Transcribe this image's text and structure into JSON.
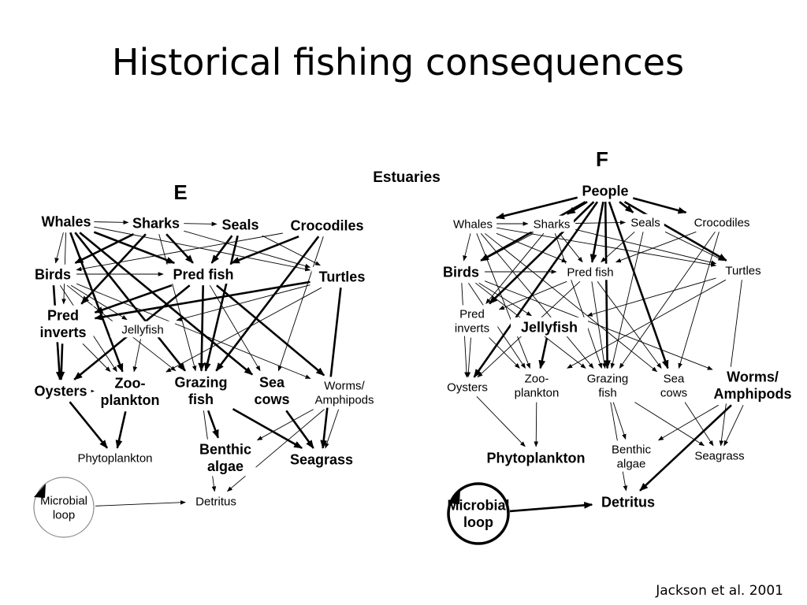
{
  "slide": {
    "title": "Historical fishing consequences",
    "citation": "Jackson et al. 2001",
    "subtitle": "Estuaries"
  },
  "panels": [
    {
      "id": "E",
      "label": "E",
      "nodes": [
        {
          "id": "whales",
          "lines": [
            "Whales"
          ],
          "weight": "bold",
          "size": "medium"
        },
        {
          "id": "sharks",
          "lines": [
            "Sharks"
          ],
          "weight": "bold",
          "size": "medium"
        },
        {
          "id": "seals",
          "lines": [
            "Seals"
          ],
          "weight": "bold",
          "size": "medium"
        },
        {
          "id": "crocodiles",
          "lines": [
            "Crocodiles"
          ],
          "weight": "bold",
          "size": "medium"
        },
        {
          "id": "birds",
          "lines": [
            "Birds"
          ],
          "weight": "bold",
          "size": "medium"
        },
        {
          "id": "predfish",
          "lines": [
            "Pred fish"
          ],
          "weight": "bold",
          "size": "medium"
        },
        {
          "id": "turtles",
          "lines": [
            "Turtles"
          ],
          "weight": "bold",
          "size": "medium"
        },
        {
          "id": "predinverts",
          "lines": [
            "Pred",
            "inverts"
          ],
          "weight": "bold",
          "size": "medium"
        },
        {
          "id": "jellyfish",
          "lines": [
            "Jellyfish"
          ],
          "weight": "normal",
          "size": "small"
        },
        {
          "id": "oysters",
          "lines": [
            "Oysters"
          ],
          "weight": "bold",
          "size": "medium"
        },
        {
          "id": "zooplankton",
          "lines": [
            "Zoo-",
            "plankton"
          ],
          "weight": "bold",
          "size": "medium"
        },
        {
          "id": "grazingfish",
          "lines": [
            "Grazing",
            "fish"
          ],
          "weight": "bold",
          "size": "medium"
        },
        {
          "id": "seacows",
          "lines": [
            "Sea",
            "cows"
          ],
          "weight": "bold",
          "size": "medium"
        },
        {
          "id": "worms",
          "lines": [
            "Worms/",
            "Amphipods"
          ],
          "weight": "normal",
          "size": "small"
        },
        {
          "id": "phytoplankton",
          "lines": [
            "Phytoplankton"
          ],
          "weight": "normal",
          "size": "small"
        },
        {
          "id": "benthic",
          "lines": [
            "Benthic",
            "algae"
          ],
          "weight": "bold",
          "size": "medium"
        },
        {
          "id": "seagrass",
          "lines": [
            "Seagrass"
          ],
          "weight": "bold",
          "size": "medium"
        },
        {
          "id": "microbial",
          "lines": [
            "Microbial",
            "loop"
          ],
          "weight": "normal",
          "size": "small",
          "circle": "thin"
        },
        {
          "id": "detritus",
          "lines": [
            "Detritus"
          ],
          "weight": "normal",
          "size": "small"
        }
      ],
      "edges": [
        {
          "from": "whales",
          "to": "sharks",
          "w": "thin"
        },
        {
          "from": "sharks",
          "to": "seals",
          "w": "thin"
        },
        {
          "from": "whales",
          "to": "predfish",
          "w": "thick"
        },
        {
          "from": "whales",
          "to": "grazingfish",
          "w": "thick"
        },
        {
          "from": "whales",
          "to": "zooplankton",
          "w": "thick"
        },
        {
          "from": "whales",
          "to": "seacows",
          "w": "thick"
        },
        {
          "from": "whales",
          "to": "turtles",
          "w": "thin"
        },
        {
          "from": "whales",
          "to": "birds",
          "w": "thin"
        },
        {
          "from": "whales",
          "to": "predinverts",
          "w": "thin"
        },
        {
          "from": "sharks",
          "to": "predfish",
          "w": "thick"
        },
        {
          "from": "sharks",
          "to": "birds",
          "w": "thick"
        },
        {
          "from": "sharks",
          "to": "predinverts",
          "w": "thick"
        },
        {
          "from": "sharks",
          "to": "turtles",
          "w": "thin"
        },
        {
          "from": "sharks",
          "to": "grazingfish",
          "w": "thin"
        },
        {
          "from": "seals",
          "to": "predfish",
          "w": "thick"
        },
        {
          "from": "seals",
          "to": "grazingfish",
          "w": "thick"
        },
        {
          "from": "seals",
          "to": "turtles",
          "w": "thin"
        },
        {
          "from": "crocodiles",
          "to": "predfish",
          "w": "thick"
        },
        {
          "from": "crocodiles",
          "to": "grazingfish",
          "w": "thick"
        },
        {
          "from": "crocodiles",
          "to": "seacows",
          "w": "thin"
        },
        {
          "from": "crocodiles",
          "to": "birds",
          "w": "thin"
        },
        {
          "from": "birds",
          "to": "predfish",
          "w": "thin"
        },
        {
          "from": "birds",
          "to": "oysters",
          "w": "thick"
        },
        {
          "from": "birds",
          "to": "zooplankton",
          "w": "thin"
        },
        {
          "from": "birds",
          "to": "grazingfish",
          "w": "thin"
        },
        {
          "from": "birds",
          "to": "jellyfish",
          "w": "thin"
        },
        {
          "from": "birds",
          "to": "worms",
          "w": "thin"
        },
        {
          "from": "predfish",
          "to": "grazingfish",
          "w": "thick"
        },
        {
          "from": "predfish",
          "to": "predinverts",
          "w": "thick"
        },
        {
          "from": "predfish",
          "to": "oysters",
          "w": "thick"
        },
        {
          "from": "predfish",
          "to": "worms",
          "w": "thick"
        },
        {
          "from": "predfish",
          "to": "seacows",
          "w": "thin"
        },
        {
          "from": "turtles",
          "to": "predinverts",
          "w": "thick"
        },
        {
          "from": "turtles",
          "to": "seagrass",
          "w": "thick"
        },
        {
          "from": "turtles",
          "to": "jellyfish",
          "w": "thin"
        },
        {
          "from": "turtles",
          "to": "zooplankton",
          "w": "thin"
        },
        {
          "from": "predinverts",
          "to": "oysters",
          "w": "thick"
        },
        {
          "from": "predinverts",
          "to": "zooplankton",
          "w": "thin"
        },
        {
          "from": "jellyfish",
          "to": "zooplankton",
          "w": "thin"
        },
        {
          "from": "oysters",
          "to": "phytoplankton",
          "w": "thick"
        },
        {
          "from": "oysters",
          "to": "zooplankton",
          "w": "thin"
        },
        {
          "from": "zooplankton",
          "to": "phytoplankton",
          "w": "thick"
        },
        {
          "from": "grazingfish",
          "to": "benthic",
          "w": "thick"
        },
        {
          "from": "grazingfish",
          "to": "seagrass",
          "w": "thick"
        },
        {
          "from": "grazingfish",
          "to": "detritus",
          "w": "thin"
        },
        {
          "from": "seacows",
          "to": "seagrass",
          "w": "thick"
        },
        {
          "from": "worms",
          "to": "benthic",
          "w": "thin"
        },
        {
          "from": "worms",
          "to": "seagrass",
          "w": "thin"
        },
        {
          "from": "worms",
          "to": "detritus",
          "w": "thin"
        },
        {
          "from": "microbial",
          "to": "detritus",
          "w": "thin"
        }
      ]
    },
    {
      "id": "F",
      "label": "F",
      "nodes": [
        {
          "id": "people",
          "lines": [
            "People"
          ],
          "weight": "bold",
          "size": "medium"
        },
        {
          "id": "whales",
          "lines": [
            "Whales"
          ],
          "weight": "normal",
          "size": "small"
        },
        {
          "id": "sharks",
          "lines": [
            "Sharks"
          ],
          "weight": "normal",
          "size": "small"
        },
        {
          "id": "seals",
          "lines": [
            "Seals"
          ],
          "weight": "normal",
          "size": "small"
        },
        {
          "id": "crocodiles",
          "lines": [
            "Crocodiles"
          ],
          "weight": "normal",
          "size": "small"
        },
        {
          "id": "birds",
          "lines": [
            "Birds"
          ],
          "weight": "bold",
          "size": "medium"
        },
        {
          "id": "predfish",
          "lines": [
            "Pred fish"
          ],
          "weight": "normal",
          "size": "small"
        },
        {
          "id": "turtles",
          "lines": [
            "Turtles"
          ],
          "weight": "normal",
          "size": "small"
        },
        {
          "id": "predinverts",
          "lines": [
            "Pred",
            "inverts"
          ],
          "weight": "normal",
          "size": "small"
        },
        {
          "id": "jellyfish",
          "lines": [
            "Jellyfish"
          ],
          "weight": "bold",
          "size": "medium"
        },
        {
          "id": "oysters",
          "lines": [
            "Oysters"
          ],
          "weight": "normal",
          "size": "small"
        },
        {
          "id": "zooplankton",
          "lines": [
            "Zoo-",
            "plankton"
          ],
          "weight": "normal",
          "size": "small"
        },
        {
          "id": "grazingfish",
          "lines": [
            "Grazing",
            "fish"
          ],
          "weight": "normal",
          "size": "small"
        },
        {
          "id": "seacows",
          "lines": [
            "Sea",
            "cows"
          ],
          "weight": "normal",
          "size": "small"
        },
        {
          "id": "worms",
          "lines": [
            "Worms/",
            "Amphipods"
          ],
          "weight": "bold",
          "size": "medium"
        },
        {
          "id": "phytoplankton",
          "lines": [
            "Phytoplankton"
          ],
          "weight": "bold",
          "size": "medium"
        },
        {
          "id": "benthic",
          "lines": [
            "Benthic",
            "algae"
          ],
          "weight": "normal",
          "size": "small"
        },
        {
          "id": "seagrass",
          "lines": [
            "Seagrass"
          ],
          "weight": "normal",
          "size": "small"
        },
        {
          "id": "microbial",
          "lines": [
            "Microbial",
            "loop"
          ],
          "weight": "bold",
          "size": "medium",
          "circle": "thick"
        },
        {
          "id": "detritus",
          "lines": [
            "Detritus"
          ],
          "weight": "bold",
          "size": "medium"
        }
      ],
      "edges": [
        {
          "from": "people",
          "to": "whales",
          "w": "thick"
        },
        {
          "from": "people",
          "to": "sharks",
          "w": "thick"
        },
        {
          "from": "people",
          "to": "seals",
          "w": "thick"
        },
        {
          "from": "people",
          "to": "crocodiles",
          "w": "thick"
        },
        {
          "from": "people",
          "to": "turtles",
          "w": "thick"
        },
        {
          "from": "people",
          "to": "predfish",
          "w": "thick"
        },
        {
          "from": "people",
          "to": "birds",
          "w": "thick"
        },
        {
          "from": "people",
          "to": "oysters",
          "w": "thick"
        },
        {
          "from": "people",
          "to": "predinverts",
          "w": "thick"
        },
        {
          "from": "people",
          "to": "grazingfish",
          "w": "thick"
        },
        {
          "from": "people",
          "to": "seacows",
          "w": "thick"
        },
        {
          "from": "whales",
          "to": "sharks",
          "w": "thin"
        },
        {
          "from": "sharks",
          "to": "seals",
          "w": "thin"
        },
        {
          "from": "whales",
          "to": "predfish",
          "w": "thin"
        },
        {
          "from": "whales",
          "to": "grazingfish",
          "w": "thin"
        },
        {
          "from": "whales",
          "to": "zooplankton",
          "w": "thin"
        },
        {
          "from": "whales",
          "to": "seacows",
          "w": "thin"
        },
        {
          "from": "whales",
          "to": "turtles",
          "w": "thin"
        },
        {
          "from": "whales",
          "to": "birds",
          "w": "thin"
        },
        {
          "from": "sharks",
          "to": "predfish",
          "w": "thin"
        },
        {
          "from": "sharks",
          "to": "birds",
          "w": "thin"
        },
        {
          "from": "sharks",
          "to": "predinverts",
          "w": "thin"
        },
        {
          "from": "sharks",
          "to": "grazingfish",
          "w": "thin"
        },
        {
          "from": "sharks",
          "to": "turtles",
          "w": "thin"
        },
        {
          "from": "seals",
          "to": "predfish",
          "w": "thin"
        },
        {
          "from": "seals",
          "to": "grazingfish",
          "w": "thin"
        },
        {
          "from": "seals",
          "to": "turtles",
          "w": "thin"
        },
        {
          "from": "crocodiles",
          "to": "predfish",
          "w": "thin"
        },
        {
          "from": "crocodiles",
          "to": "grazingfish",
          "w": "thin"
        },
        {
          "from": "crocodiles",
          "to": "seacows",
          "w": "thin"
        },
        {
          "from": "birds",
          "to": "predfish",
          "w": "thin"
        },
        {
          "from": "birds",
          "to": "oysters",
          "w": "thin"
        },
        {
          "from": "birds",
          "to": "zooplankton",
          "w": "thin"
        },
        {
          "from": "birds",
          "to": "grazingfish",
          "w": "thin"
        },
        {
          "from": "birds",
          "to": "jellyfish",
          "w": "thin"
        },
        {
          "from": "birds",
          "to": "worms",
          "w": "thin"
        },
        {
          "from": "predfish",
          "to": "grazingfish",
          "w": "thin"
        },
        {
          "from": "predfish",
          "to": "predinverts",
          "w": "thin"
        },
        {
          "from": "predfish",
          "to": "oysters",
          "w": "thin"
        },
        {
          "from": "predfish",
          "to": "seacows",
          "w": "thin"
        },
        {
          "from": "turtles",
          "to": "seagrass",
          "w": "thin"
        },
        {
          "from": "turtles",
          "to": "jellyfish",
          "w": "thin"
        },
        {
          "from": "turtles",
          "to": "zooplankton",
          "w": "thin"
        },
        {
          "from": "predinverts",
          "to": "oysters",
          "w": "thin"
        },
        {
          "from": "predinverts",
          "to": "zooplankton",
          "w": "thin"
        },
        {
          "from": "jellyfish",
          "to": "zooplankton",
          "w": "thick"
        },
        {
          "from": "oysters",
          "to": "phytoplankton",
          "w": "thin"
        },
        {
          "from": "zooplankton",
          "to": "phytoplankton",
          "w": "thin"
        },
        {
          "from": "grazingfish",
          "to": "benthic",
          "w": "thin"
        },
        {
          "from": "grazingfish",
          "to": "seagrass",
          "w": "thin"
        },
        {
          "from": "grazingfish",
          "to": "detritus",
          "w": "thin"
        },
        {
          "from": "seacows",
          "to": "seagrass",
          "w": "thin"
        },
        {
          "from": "worms",
          "to": "benthic",
          "w": "thin"
        },
        {
          "from": "worms",
          "to": "seagrass",
          "w": "thin"
        },
        {
          "from": "worms",
          "to": "detritus",
          "w": "thick"
        },
        {
          "from": "microbial",
          "to": "detritus",
          "w": "thick"
        }
      ]
    }
  ]
}
